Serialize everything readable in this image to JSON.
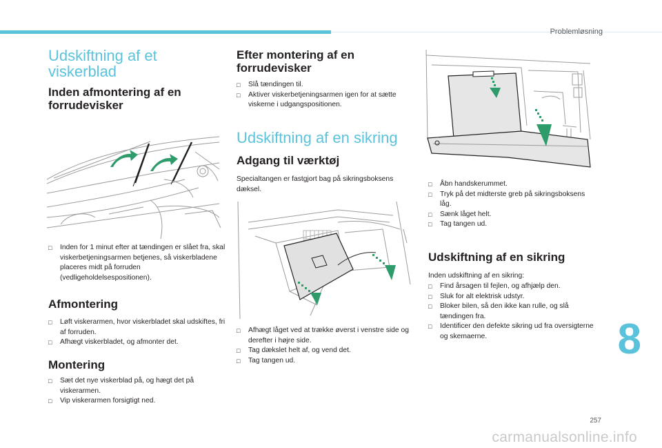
{
  "header": {
    "section": "Problemløsning"
  },
  "col1": {
    "title": "Udskiftning af et viskerblad",
    "before_removal": {
      "heading": "Inden afmontering af en forrudevisker",
      "bullets": [
        "Inden for 1 minut efter at tændingen er slået fra, skal viskerbetjeningsarmen betjenes, så viskerbladene placeres midt på forruden (vedligeholdelsespositionen)."
      ]
    },
    "removal": {
      "heading": "Afmontering",
      "bullets": [
        "Løft viskerarmen, hvor viskerbladet skal udskiftes, fri af forruden.",
        "Afhægt viskerbladet, og afmonter det."
      ]
    },
    "mounting": {
      "heading": "Montering",
      "bullets": [
        "Sæt det nye viskerblad på, og hægt det på viskerarmen.",
        "Vip viskerarmen forsigtigt ned."
      ]
    }
  },
  "col2": {
    "after": {
      "heading": "Efter montering af en forrudevisker",
      "bullets": [
        "Slå tændingen til.",
        "Aktiver viskerbetjeningsarmen igen for at sætte viskerne i udgangspositionen."
      ]
    },
    "fuse_title": "Udskiftning af en sikring",
    "tool_access": {
      "heading": "Adgang til værktøj",
      "text": "Specialtangen er fastgjort bag på sikringsboksens dæksel.",
      "bullets": [
        "Afhægt låget ved at trække øverst i venstre side og derefter i højre side.",
        "Tag dækslet helt af, og vend det.",
        "Tag tangen ud."
      ]
    }
  },
  "col3": {
    "bullets": [
      "Åbn handskerummet.",
      "Tryk på det midterste greb på sikringsboksens låg.",
      "Sænk låget helt.",
      "Tag tangen ud."
    ],
    "replacing": {
      "heading": "Udskiftning af en sikring",
      "text": "Inden udskiftning af en sikring:",
      "bullets": [
        "Find årsagen til fejlen, og afhjælp den.",
        "Sluk for alt elektrisk udstyr.",
        "Bloker bilen, så den ikke kan rulle, og slå tændingen fra.",
        "Identificer den defekte sikring ud fra oversigterne og skemaerne."
      ]
    }
  },
  "chapter_number": "8",
  "page_number": "257",
  "watermark": "carmanualsonline.info",
  "colors": {
    "accent": "#5bc2dc",
    "arrow": "#2e9b6a"
  }
}
